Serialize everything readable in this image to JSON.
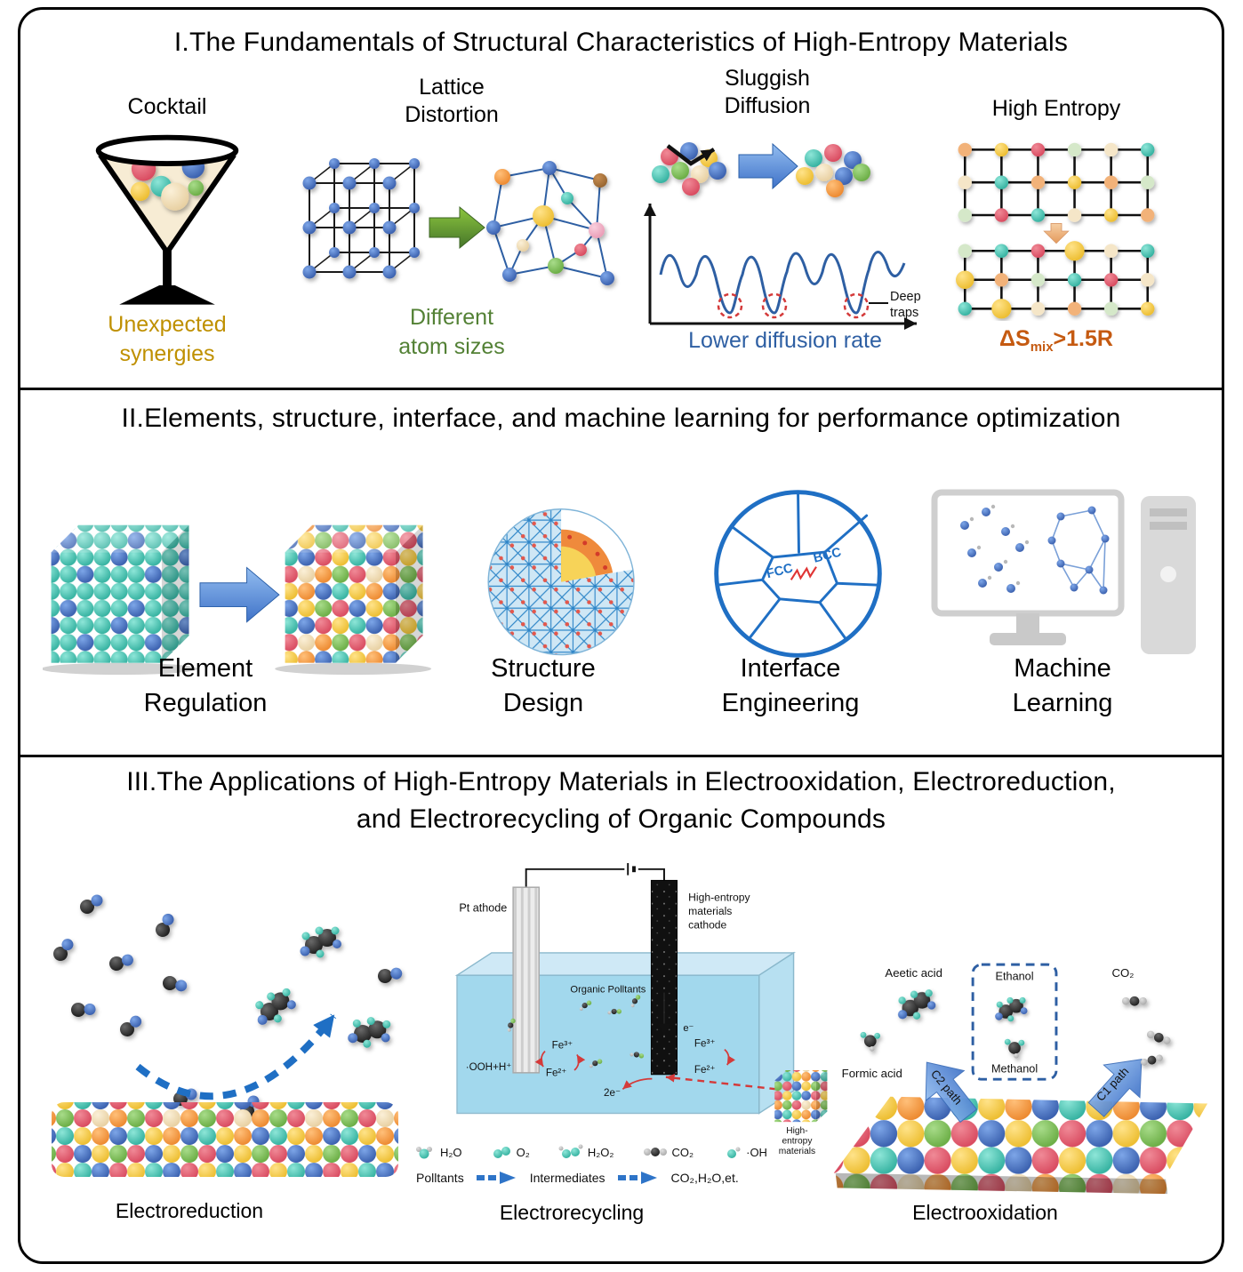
{
  "figure": {
    "s1": {
      "title": "I.The Fundamentals of Structural Characteristics of High-Entropy Materials",
      "cocktail": {
        "label": "Cocktail",
        "caption1": "Unexpected",
        "caption2": "synergies"
      },
      "lattice": {
        "label1": "Lattice",
        "label2": "Distortion",
        "caption1": "Different",
        "caption2": "atom sizes"
      },
      "diffusion": {
        "label1": "Sluggish",
        "label2": "Diffusion",
        "deep1": "Deep",
        "deep2": "traps",
        "caption": "Lower diffusion rate"
      },
      "entropy": {
        "label": "High Entropy",
        "cap_pre": "ΔS",
        "cap_sub": "mix",
        "cap_post": ">1.5R"
      }
    },
    "s2": {
      "title": "II.Elements, structure, interface, and machine learning for performance optimization",
      "element": {
        "caption1": "Element",
        "caption2": "Regulation"
      },
      "structure": {
        "caption1": "Structure",
        "caption2": "Design"
      },
      "interface": {
        "caption1": "Interface",
        "caption2": "Engineering",
        "fcc": "FCC",
        "bcc": "BCC"
      },
      "ml": {
        "caption1": "Machine",
        "caption2": "Learning"
      }
    },
    "s3": {
      "title1": "III.The Applications of High-Entropy Materials in Electrooxidation, Electroreduction,",
      "title2": "and Electrorecycling of Organic Compounds",
      "reduction": {
        "caption": "Electroreduction"
      },
      "recycling": {
        "caption": "Electrorecycling",
        "anode": "Pt athode",
        "cathode1": "High-entropy",
        "cathode2": "materials",
        "cathode3": "cathode",
        "pollutants": "Organic Polltants",
        "fe3_left": "Fe³⁺",
        "fe2_left": "Fe²⁺",
        "ooh": "·OOH+H⁺",
        "two_e": "2e⁻",
        "e": "e⁻",
        "fe3_right": "Fe³⁺",
        "fe2_right": "Fe²⁺",
        "hem1": "High-",
        "hem2": "entropy",
        "hem3": "materials",
        "legend": [
          {
            "label": "H₂O"
          },
          {
            "label": "O₂"
          },
          {
            "label": "H₂O₂"
          },
          {
            "label": "CO₂"
          },
          {
            "label": "·OH"
          }
        ],
        "flow1": "Polltants",
        "flow2": "Intermediates",
        "flow3": "CO₂,H₂O,et."
      },
      "oxidation": {
        "caption": "Electrooxidation",
        "acetic": "Aeetic acid",
        "formic": "Formic acid",
        "ethanol": "Ethanol",
        "methanol": "Methanol",
        "co2": "CO₂",
        "c2": "C2 path",
        "c1": "C1 path"
      }
    },
    "colors": {
      "synergy_gold": "#BF9000",
      "atom_size_green": "#538135",
      "diffusion_blue": "#2E5FA3",
      "entropy_orange": "#C55A11",
      "interface_blue": "#1F6FC4",
      "block_arrow_blue": "#4A7FD0",
      "redox_red": "#D43A3A"
    }
  }
}
